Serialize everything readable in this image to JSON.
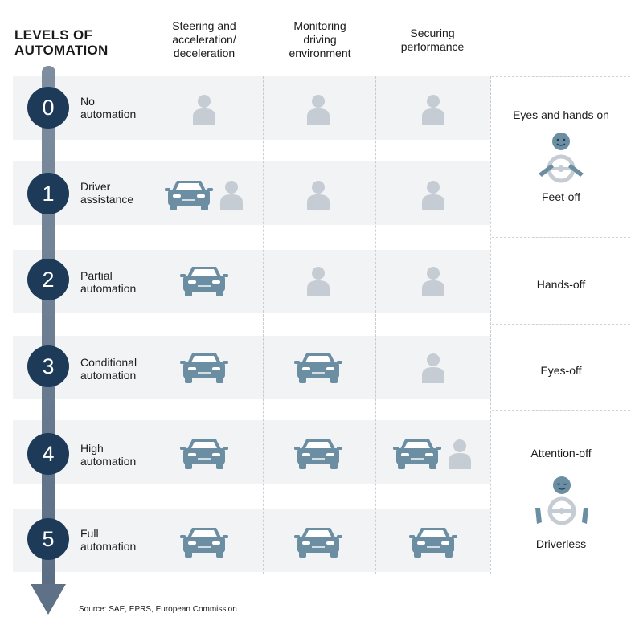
{
  "title": {
    "line1": "LEVELS OF",
    "line2": "AUTOMATION"
  },
  "columns": [
    {
      "line1": "Steering and",
      "line2": "acceleration/",
      "line3": "deceleration"
    },
    {
      "line1": "Monitoring",
      "line2": "driving",
      "line3": "environment"
    },
    {
      "line1": "Securing",
      "line2": "performance",
      "line3": ""
    }
  ],
  "levels": [
    {
      "number": "0",
      "line1": "No",
      "line2": "automation"
    },
    {
      "number": "1",
      "line1": "Driver",
      "line2": "assistance"
    },
    {
      "number": "2",
      "line1": "Partial",
      "line2": "automation"
    },
    {
      "number": "3",
      "line1": "Conditional",
      "line2": "automation"
    },
    {
      "number": "4",
      "line1": "High",
      "line2": "automation"
    },
    {
      "number": "5",
      "line1": "Full",
      "line2": "automation"
    }
  ],
  "right_labels": [
    "Eyes and hands on",
    "Feet-off",
    "Hands-off",
    "Eyes-off",
    "Attention-off",
    "Driverless"
  ],
  "source": "Source: SAE, EPRS, European Commission",
  "colors": {
    "circle": "#1d3b58",
    "car": "#6b8ea3",
    "person": "#c5ccd3",
    "band": "#f2f3f5",
    "arrow": "#66788d",
    "face": "#6b8ea3"
  },
  "icons": {
    "car": "car-icon",
    "person": "person-icon",
    "driver_awake": "driver-hands-on-icon",
    "driver_sleeping": "driver-sleeping-icon"
  }
}
